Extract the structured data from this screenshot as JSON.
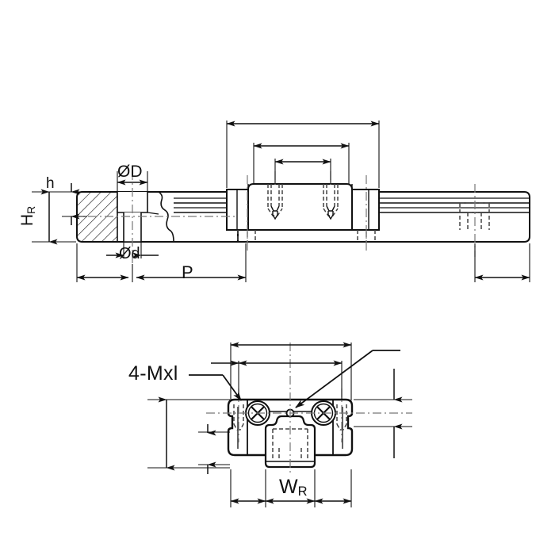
{
  "drawing": {
    "title": "Linear guide rail technical drawing",
    "type": "engineering-dimension-drawing",
    "line_color": "#111111",
    "hidden_line_color": "#555555",
    "center_line_color": "#777777",
    "background": "#ffffff"
  },
  "labels": {
    "h": "h",
    "h_r_main": "H",
    "h_r_sub": "R",
    "phi_d_large": "ØD",
    "phi_d_small": "Ød",
    "pitch": "P",
    "mounting_holes": "4-Mxl",
    "w_r_main": "W",
    "w_r_sub": "R"
  },
  "views": {
    "side_view": {
      "name": "side-section-view",
      "features": [
        "sectioned rail end with diagonal hatching",
        "counterbored mounting hole ØD over Ød",
        "carriage block with two threaded holes",
        "rail raceway lines",
        "hidden mounting hole at right end"
      ]
    },
    "bottom_view": {
      "name": "end-view",
      "features": [
        "carriage body outline",
        "two grease nipple / ball circulation circles with cross",
        "center reference hole",
        "rail profile hidden outline",
        "mounting hole hidden outlines"
      ]
    }
  },
  "dimensions": {
    "side_view_top": [
      {
        "name": "carriage-overall-length",
        "label": ""
      },
      {
        "name": "carriage-hole-span-outer",
        "label": ""
      },
      {
        "name": "carriage-hole-span-inner",
        "label": ""
      }
    ],
    "side_view_left": [
      {
        "name": "rail-height-h",
        "label": "h"
      },
      {
        "name": "rail-height-HR",
        "label": "HR"
      }
    ],
    "side_view_top_left": [
      {
        "name": "counterbore-diameter",
        "label": "ØD"
      }
    ],
    "side_view_bottom": [
      {
        "name": "hole-diameter",
        "label": "Ød"
      },
      {
        "name": "pitch-P",
        "label": "P"
      },
      {
        "name": "rail-end-distance",
        "label": ""
      }
    ],
    "bottom_view_top": [
      {
        "name": "carriage-width-overall",
        "label": ""
      },
      {
        "name": "mounting-hole-span",
        "label": ""
      }
    ],
    "bottom_view_left": [
      {
        "name": "carriage-height",
        "label": ""
      },
      {
        "name": "rail-height-offset",
        "label": ""
      }
    ],
    "bottom_view_right": [
      {
        "name": "carriage-top-thickness",
        "label": ""
      }
    ],
    "bottom_view_bottom": [
      {
        "name": "rail-width-WR",
        "label": "WR"
      }
    ]
  },
  "leaders": [
    {
      "name": "leader-4mxl",
      "target": "mounting hole top-left of carriage"
    },
    {
      "name": "leader-center-hole",
      "target": "center reference hole"
    }
  ]
}
